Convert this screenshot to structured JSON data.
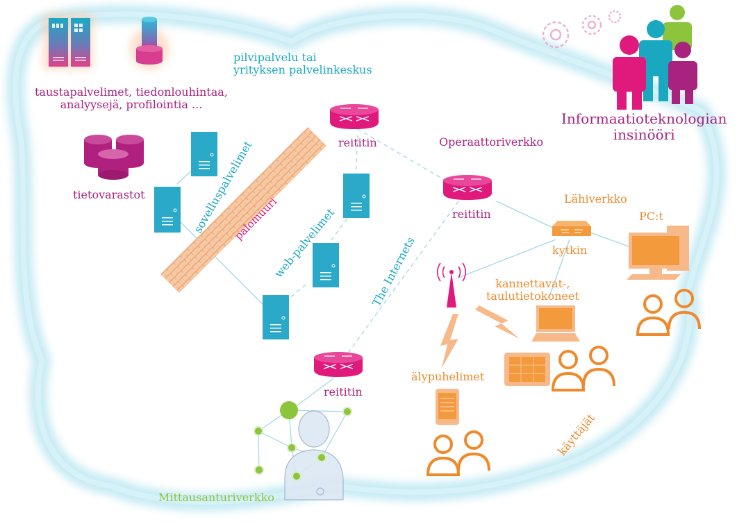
{
  "cloud_title": "pilvipalvelu tai\nyrityksen palvelinkeskus",
  "backend_label": "taustapalvelimet, tiedonlouhintaa,\nanalyysejä, profilointia ...",
  "storage_label": "tietovarastot",
  "app_servers_label": "sovelluspalvelimet",
  "firewall_label": "palomuuri",
  "web_servers_label": "web-palvelimet",
  "internet_label": "The Internets",
  "operator_label": "Operaattoriverkko",
  "router_labels": [
    "reititin",
    "reititin",
    "reititin"
  ],
  "lan_label": "Lähiverkko",
  "switch_label": "kytkin",
  "pc_label": "PC:t",
  "laptops_label": "kannettavat-,\ntaulutietokoneet",
  "phones_label": "älypuhelimet",
  "users_label": "käyttäjät",
  "sensor_label": "Mittausanturiverkko",
  "engineer_label": "Informaatioteknologian\ninsinööri",
  "colors": {
    "cyan": "#1aa7c0",
    "magenta": "#a8237e",
    "pink": "#e0197d",
    "orange": "#ee8a2c",
    "green": "#8cc43c",
    "cloud": "#bfe8f2"
  }
}
